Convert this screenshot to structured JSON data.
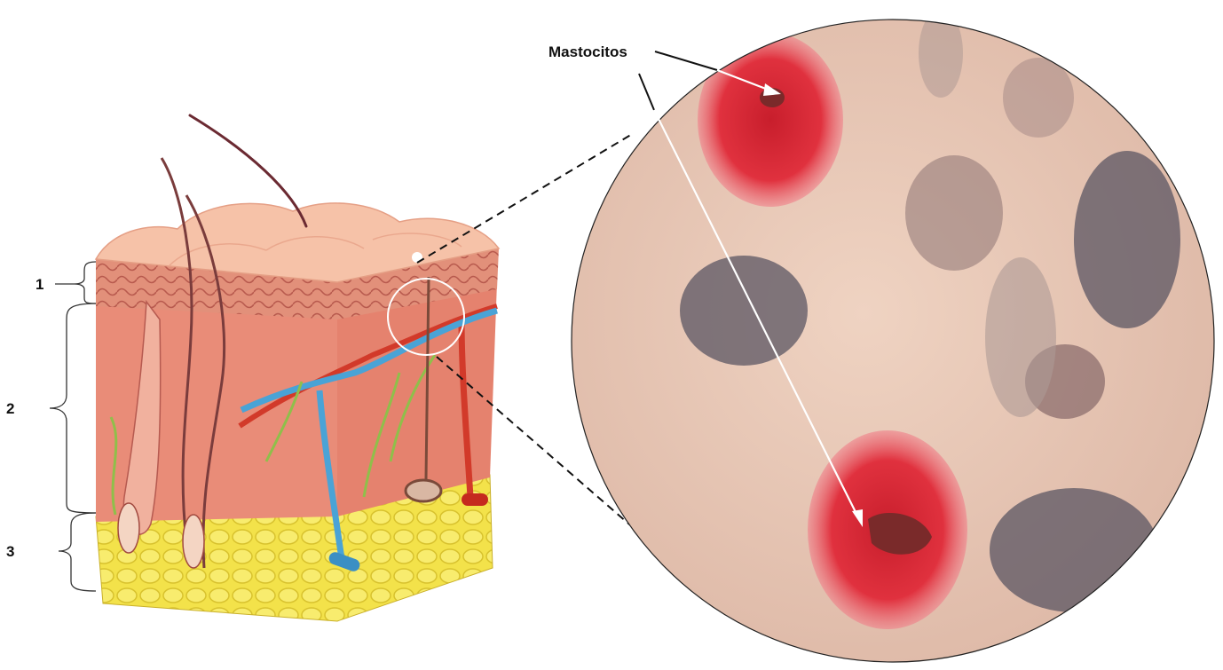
{
  "figure": {
    "layer_labels": [
      "1",
      "2",
      "3"
    ],
    "callout_label": "Mastocitos"
  },
  "colors": {
    "background": "#ffffff",
    "epidermis": "#f2a488",
    "dermis": "#e98c78",
    "hypodermis_fat": "#f3e24a",
    "vein": "#4aa3d6",
    "artery": "#d23a2a",
    "nerve": "#8fbf4a",
    "micro_background": "#e9c9b6",
    "mast_cell_granules": "#dc2f3a",
    "nucleus": "#7a2a2a",
    "other_cells": "#5b5663"
  }
}
